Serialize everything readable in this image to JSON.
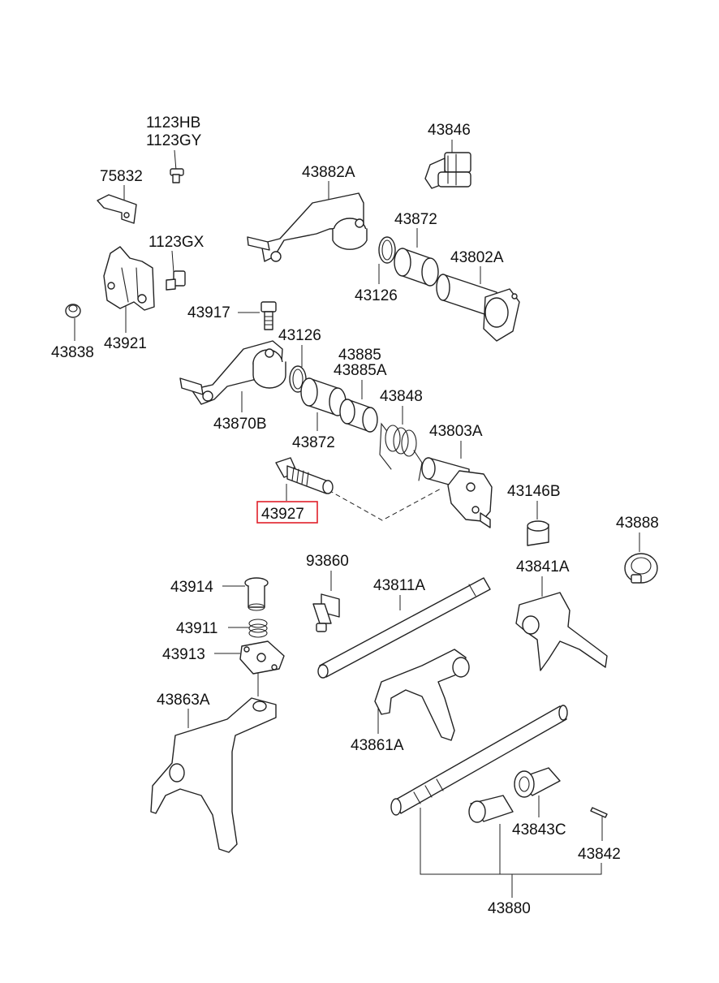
{
  "labels": {
    "p1123HB": "1123HB",
    "p1123GY": "1123GY",
    "p43846": "43846",
    "p75832": "75832",
    "p43882A": "43882A",
    "p43872a": "43872",
    "p1123GX": "1123GX",
    "p43802A": "43802A",
    "p43126a": "43126",
    "p43917": "43917",
    "p43838": "43838",
    "p43921": "43921",
    "p43126b": "43126",
    "p43885": "43885",
    "p43885A": "43885A",
    "p43848": "43848",
    "p43870B": "43870B",
    "p43803A": "43803A",
    "p43872b": "43872",
    "p43927": "43927",
    "p43146B": "43146B",
    "p43888": "43888",
    "p93860": "93860",
    "p43914": "43914",
    "p43811A": "43811A",
    "p43841A": "43841A",
    "p43911": "43911",
    "p43913": "43913",
    "p43863A": "43863A",
    "p43861A": "43861A",
    "p43843C": "43843C",
    "p43842": "43842",
    "p43880": "43880"
  },
  "highlight": {
    "part": "43927",
    "color": "#e0202a"
  }
}
